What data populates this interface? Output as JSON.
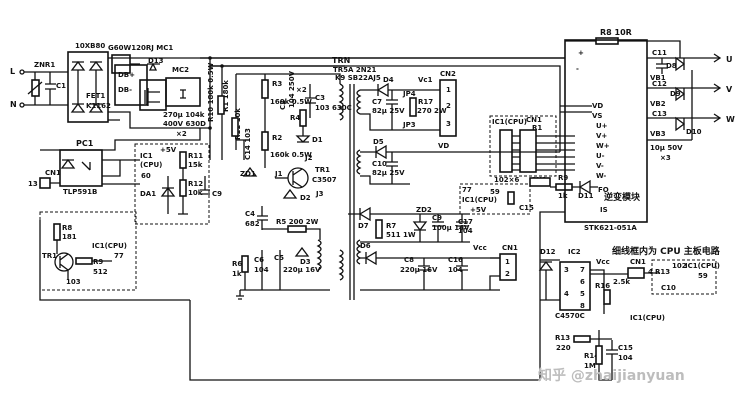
{
  "labels": {
    "L": "L",
    "N": "N",
    "ZNR1": "ZNR1",
    "C1": "C1",
    "bridge": "10XB80",
    "mc1": "G60W120RJ MC1",
    "DB1": "DB+",
    "DB2": "DB-",
    "D13": "D13",
    "FET1": "FET1",
    "K1162": "K1162",
    "MC2": "MC2",
    "cap_main": "270μ 104k",
    "cap_main2": "400V 630D",
    "x2": "×2",
    "PC1": "PC1",
    "TLP": "TLP591B",
    "CN1a": "CN1",
    "n13": "13",
    "ic1": "IC1",
    "cpu": "(CPU)",
    "v5": "+5V",
    "n60": "60",
    "DA1": "DA1",
    "R11": "R11",
    "R11v": "15k",
    "R12": "R12",
    "R12v": "10k",
    "C9": "C9",
    "R8": "R8",
    "R8v": "181",
    "TR1a": "TR1",
    "R9a": "R9",
    "R9v": "512",
    "ic1cpu": "IC1(CPU)",
    "n77": "77",
    "n103": "103",
    "R10": "R10 180k 0.5W",
    "R1": "R1 180k",
    "R11b": "R11 10k",
    "R3": "R3",
    "R3v": "160k 0.5W",
    "R2": "R2",
    "R2v": "160k 0.5W",
    "C14": "C14 103",
    "C2": "C2",
    "C2v": "104 250V",
    "R4": "R4",
    "x2b": "×2",
    "C3": "C3",
    "C3v": "103 630C",
    "D1": "D1",
    "J2": "J2",
    "TR1b": "TR1",
    "C3507": "C3507",
    "D2": "D2",
    "J3": "J3",
    "ZD1": "ZD1",
    "C4": "C4",
    "C4v": "682",
    "R5": "R5 200 2W",
    "R6": "R6",
    "R6v": "1k",
    "C6": "C6",
    "C6v": "104",
    "C5": "C5",
    "C5v": "220μ 16V",
    "D3": "D3",
    "TRN": "TRN",
    "TRNs": "TR5A 2N21",
    "K9": "K9 SB22AJ5",
    "D4": "D4",
    "C7": "C7",
    "C7v": "82μ 25V",
    "JP4": "JP4",
    "R17": "R17",
    "R17v": "270 2W",
    "JP3": "JP3",
    "Vc1": "Vc1",
    "CN2": "CN2",
    "n1": "1",
    "n2": "2",
    "n3": "3",
    "D5": "D5",
    "C10": "C10",
    "C10v": "82μ 25V",
    "VD": "VD",
    "D7": "D7",
    "R7": "R7",
    "R7v": "511 1W",
    "ZD2": "ZD2",
    "C9b": "C9",
    "C9bv": "100μ 16V",
    "C17": "C17",
    "C17v": "104",
    "D6": "D6",
    "C8": "C8",
    "C8v": "220μ 16V",
    "C16": "C16",
    "C16v": "104",
    "Vcc": "Vcc",
    "CN1b": "CN1",
    "R8top": "R8 10R",
    "C11": "C11",
    "D8": "D8",
    "VB1": "VB1",
    "C12": "C12",
    "VB2": "VB2",
    "D9": "D9",
    "C13": "C13",
    "VB3": "VB3",
    "D10": "D10",
    "C13v": "10μ 50V",
    "x3": "×3",
    "U": "U",
    "V": "V",
    "W": "W",
    "ic1cpu2": "IC1(CPU)",
    "CN1c": "CN1",
    "R1_6": "R1",
    "rnet": "102×6",
    "CN1d": "CN1",
    "n77b": "77",
    "ic1cpu3": "IC1(CPU)",
    "n59": "59",
    "R9b": "R9",
    "R9bv": "1k",
    "D11": "D11",
    "C15b": "C15",
    "v5b": "+5V",
    "FO": "FO",
    "IS": "IS",
    "VDin": "VD",
    "VS": "VS",
    "Up": "U+",
    "Vp": "V+",
    "Wp": "W+",
    "Um": "U-",
    "Vm": "V-",
    "Wm": "W-",
    "module": "逆变模块",
    "stk": "STK621-051A",
    "note": "细线框内为 CPU 主板电路",
    "D12": "D12",
    "IC2": "IC2",
    "Vcc2": "Vcc",
    "n7": "7",
    "n6": "6",
    "n5": "5",
    "n8": "8",
    "n3b": "3",
    "n4": "4",
    "R16": "R16",
    "R16v": "2.5k",
    "C4570C": "C4570C",
    "R13": "R13",
    "R13v": "220",
    "R14": "R14",
    "R14v": "1M",
    "C15": "C15",
    "C15v": "104",
    "CN1e": "CN1",
    "n4b": "4",
    "R13b": "R13",
    "R13bv": "102",
    "ic1cpu4": "IC1(CPU)",
    "n59b": "59",
    "C10b": "C10",
    "ic1cpu5": "IC1(CPU)"
  },
  "watermark": "知乎 @zhaijianyuan"
}
